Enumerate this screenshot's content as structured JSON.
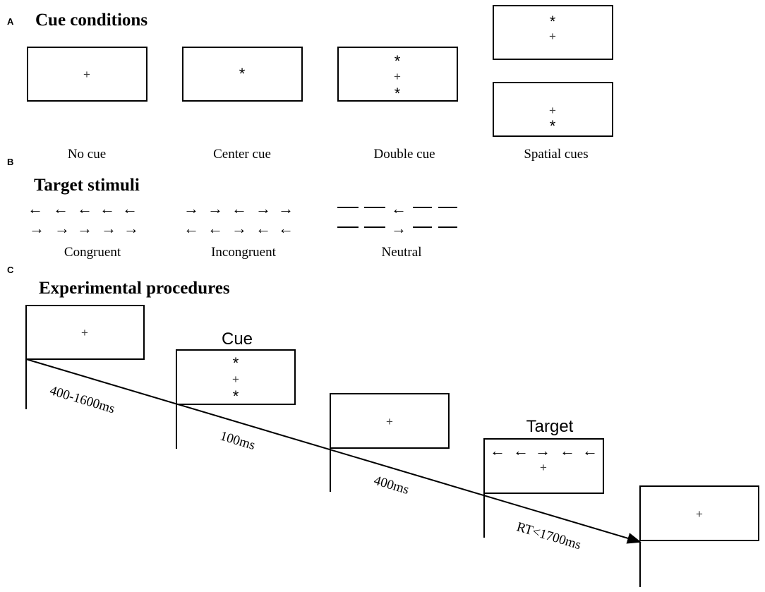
{
  "panels": {
    "a": {
      "letter": "A",
      "title": "Cue conditions",
      "labels": [
        "No cue",
        "Center cue",
        "Double cue",
        "Spatial cues"
      ]
    },
    "b": {
      "letter": "B",
      "title": "Target stimuli",
      "labels": [
        "Congruent",
        "Incongruent",
        "Neutral"
      ]
    },
    "c": {
      "letter": "C",
      "title": "Experimental procedures",
      "cue_label": "Cue",
      "target_label": "Target",
      "durations": [
        "400-1600ms",
        "100ms",
        "400ms",
        "RT<1700ms"
      ]
    }
  },
  "symbols": {
    "fixation": "+",
    "cue": "*",
    "left_arrow": "←",
    "right_arrow": "→",
    "dash": "—"
  }
}
